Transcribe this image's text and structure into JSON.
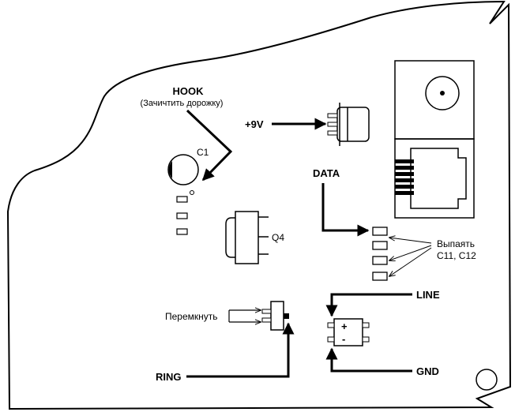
{
  "labels": {
    "hook": "HOOK",
    "hook_note": "(Зачичтить дорожку)",
    "c1": "C1",
    "plus9v": "+9V",
    "data": "DATA",
    "q4": "Q4",
    "desolder": "Выпаять",
    "desolder_parts": "C11, C12",
    "bridge": "Перемкнуть",
    "line": "LINE",
    "gnd": "GND",
    "ring": "RING",
    "plus": "+",
    "minus": "-"
  }
}
